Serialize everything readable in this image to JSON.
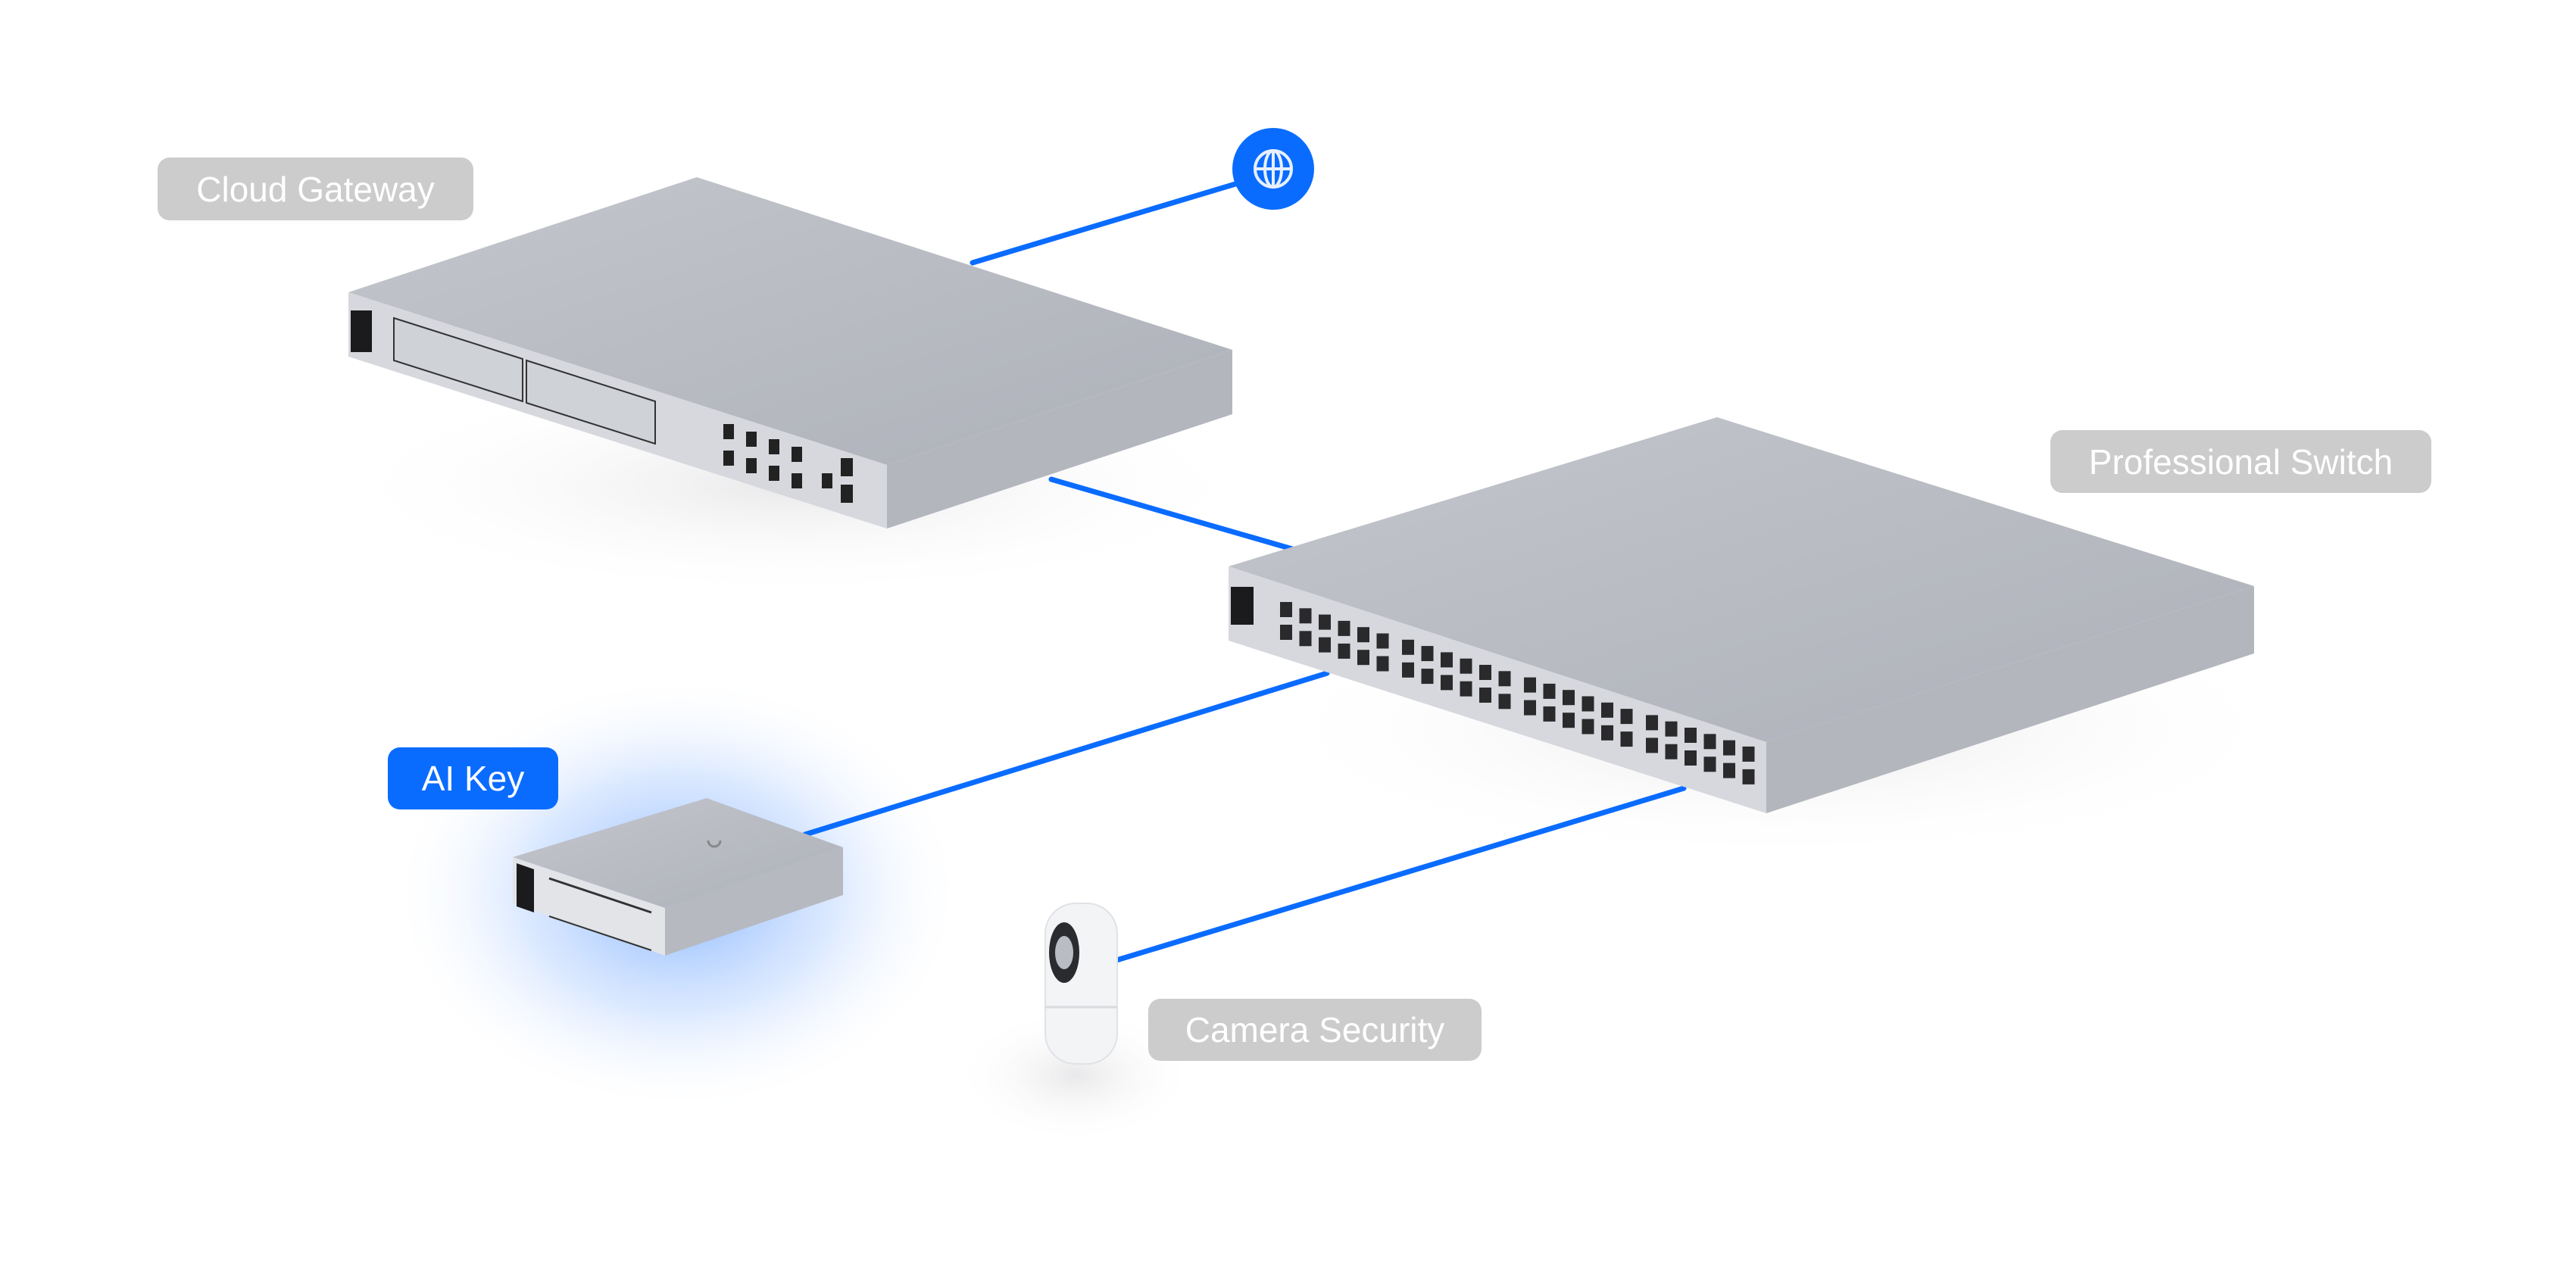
{
  "colors": {
    "accent": "#0a6cff",
    "label_grey": "#cccccc",
    "device": "#b9bcc3"
  },
  "internet": {
    "icon": "globe-icon"
  },
  "devices": [
    {
      "id": "cloud-gateway",
      "label": "Cloud Gateway",
      "highlighted": false
    },
    {
      "id": "professional-switch",
      "label": "Professional Switch",
      "highlighted": false
    },
    {
      "id": "ai-key",
      "label": "AI Key",
      "highlighted": true
    },
    {
      "id": "camera",
      "label": "Camera Security",
      "highlighted": false
    }
  ],
  "connections": [
    {
      "from": "internet",
      "to": "cloud-gateway"
    },
    {
      "from": "cloud-gateway",
      "to": "professional-switch"
    },
    {
      "from": "professional-switch",
      "to": "ai-key"
    },
    {
      "from": "professional-switch",
      "to": "camera"
    }
  ]
}
